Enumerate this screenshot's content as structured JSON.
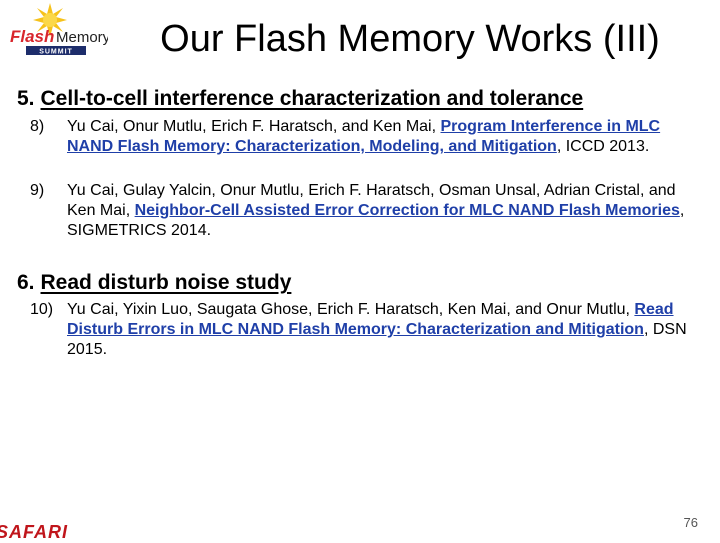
{
  "logo": {
    "word1": "Flash",
    "word2": "Memory",
    "summit": "SUMMIT"
  },
  "title": "Our Flash Memory Works (III)",
  "sections": [
    {
      "number": "5.",
      "heading": "Cell-to-cell interference characterization and tolerance",
      "references": [
        {
          "number": "8)",
          "authors": "Yu Cai, Onur Mutlu, Erich F. Haratsch, and Ken Mai, ",
          "link_title": "Program Interference in MLC NAND Flash Memory: Characterization, Modeling, and Mitigation",
          "venue": ", ICCD 2013."
        },
        {
          "number": "9)",
          "authors": "Yu Cai, Gulay Yalcin, Onur Mutlu, Erich F. Haratsch, Osman Unsal, Adrian Cristal, and Ken Mai, ",
          "link_title": "Neighbor-Cell Assisted Error Correction for MLC NAND Flash Memories",
          "venue": ", SIGMETRICS 2014."
        }
      ]
    },
    {
      "number": "6.",
      "heading": "Read disturb noise study",
      "references": [
        {
          "number": "10)",
          "authors": "Yu Cai, Yixin Luo, Saugata Ghose, Erich F. Haratsch, Ken Mai, and Onur Mutlu, ",
          "link_title": "Read Disturb Errors in MLC NAND Flash Memory: Characterization and Mitigation",
          "venue": ", DSN 2015."
        }
      ]
    }
  ],
  "page_number": "76",
  "footer_logo": "SAFARI",
  "colors": {
    "link": "#1f3fa8",
    "safari": "#c0151b",
    "logo_red": "#d8262c",
    "logo_yellow": "#f6c21c"
  }
}
